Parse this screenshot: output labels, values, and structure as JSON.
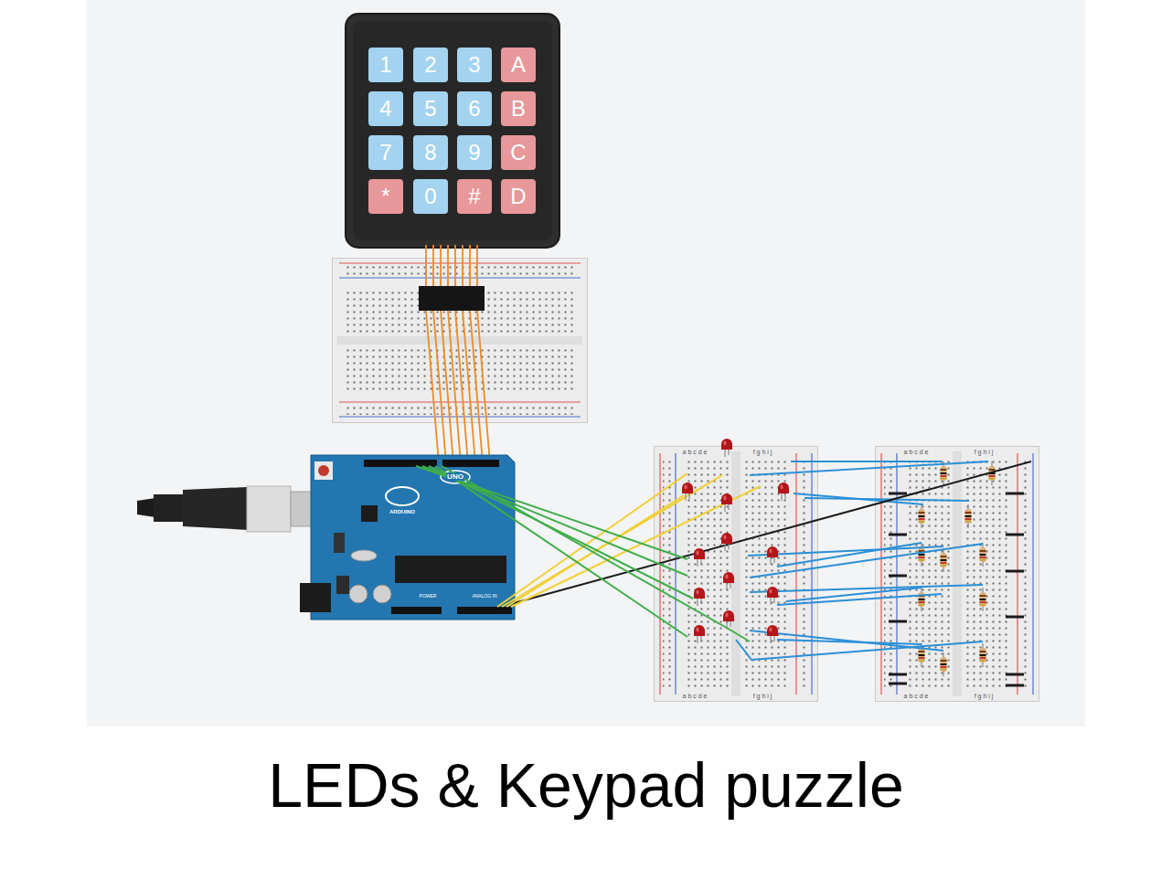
{
  "diagram": {
    "caption": "LEDs & Keypad puzzle",
    "nodes": [
      {
        "text": [
          "1"
        ]
      },
      {
        "text": [
          "2"
        ]
      },
      {
        "text": [
          "3"
        ]
      },
      {
        "text": [
          "A"
        ]
      },
      {
        "text": [
          "4"
        ]
      },
      {
        "text": [
          "5"
        ]
      },
      {
        "text": [
          "6"
        ]
      },
      {
        "text": [
          "B"
        ]
      },
      {
        "text": [
          "7"
        ]
      },
      {
        "text": [
          "8"
        ]
      },
      {
        "text": [
          "9"
        ]
      },
      {
        "text": [
          "C"
        ]
      },
      {
        "text": [
          "*"
        ]
      },
      {
        "text": [
          "0"
        ]
      },
      {
        "text": [
          "#"
        ]
      },
      {
        "text": [
          "D"
        ]
      }
    ],
    "labels": [
      "UNO",
      "ARDUINO",
      "POWER",
      "ANALOG IN",
      "a b c d e",
      "f g h i j",
      "a b c d e",
      "f g h i j",
      "a b c d e",
      "f g h i j",
      "a b c d e",
      "f g h i j"
    ]
  }
}
